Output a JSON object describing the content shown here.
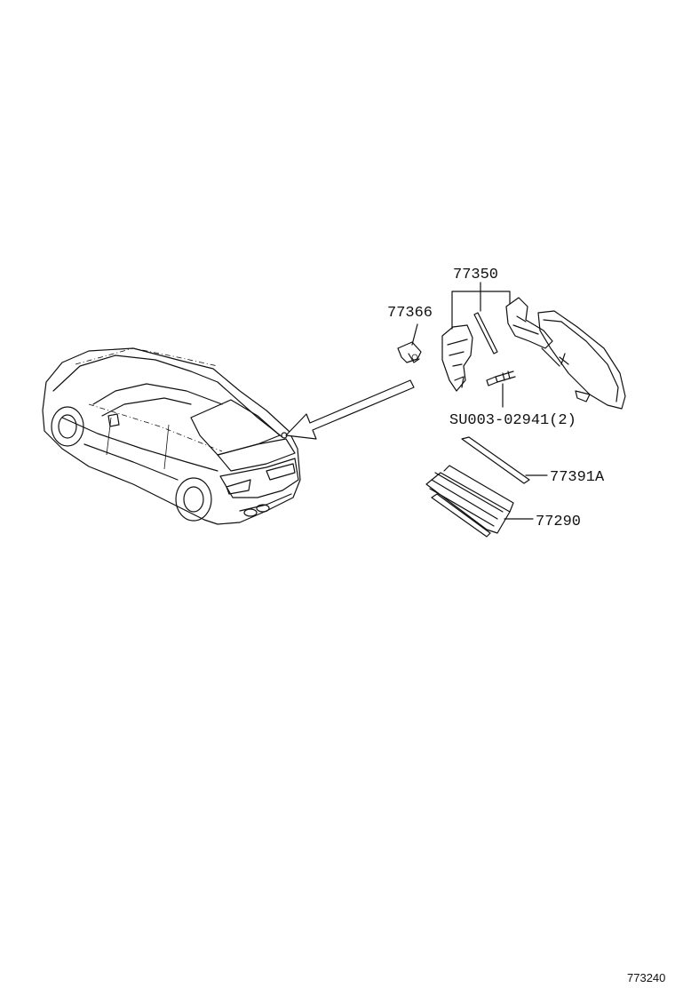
{
  "diagram": {
    "callouts": {
      "part_77350": "77350",
      "part_77366": "77366",
      "part_su003": "SU003-02941(2)",
      "part_77391a": "77391A",
      "part_77290": "77290"
    },
    "figure_code": "773240",
    "colors": {
      "line": "#111111",
      "background": "#ffffff"
    }
  }
}
